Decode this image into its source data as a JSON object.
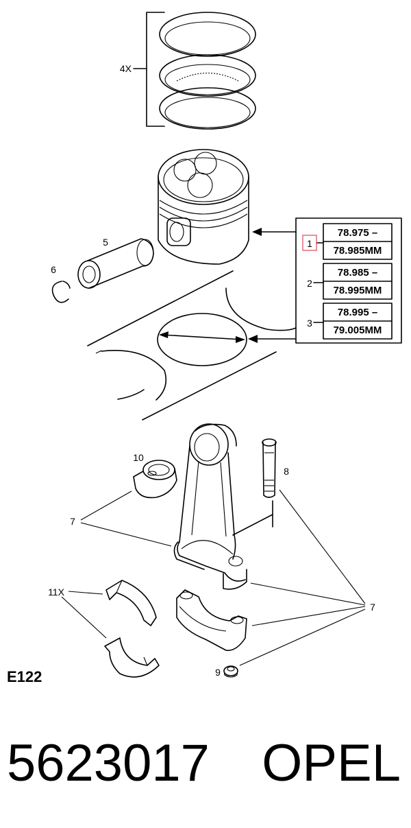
{
  "callouts": {
    "rings_qty": "4X",
    "pin": "5",
    "circlip": "6",
    "bush": "10",
    "seven_left": "7",
    "bolt": "8",
    "bearings_qty": "11X",
    "seven_right": "7",
    "nut": "9"
  },
  "size_table": {
    "rows": [
      {
        "index": "1",
        "upper": "78.975 –",
        "lower": "78.985MM"
      },
      {
        "index": "2",
        "upper": "78.985 –",
        "lower": "78.995MM"
      },
      {
        "index": "3",
        "upper": "78.995 –",
        "lower": "79.005MM"
      }
    ]
  },
  "figure_code": "E122",
  "footer": {
    "part_number": "5623017",
    "brand": "OPEL"
  },
  "colors": {
    "line": "#000000",
    "highlight": "#e06070"
  }
}
